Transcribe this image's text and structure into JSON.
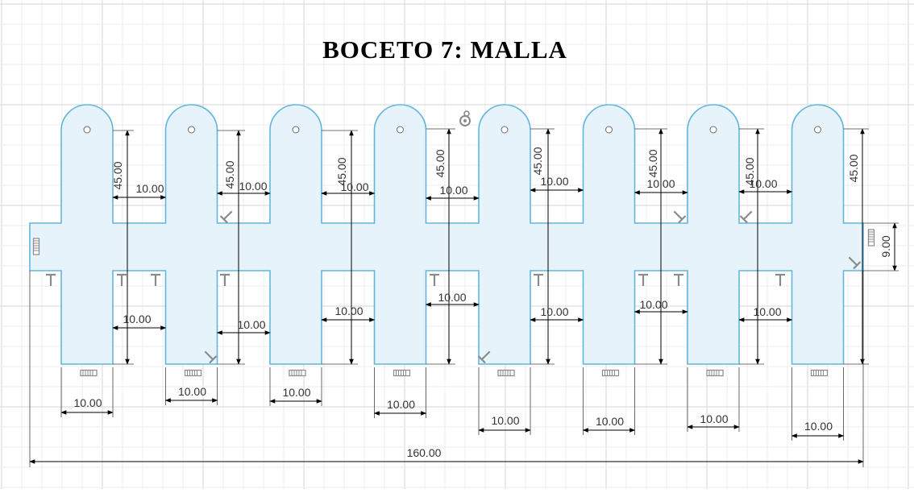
{
  "title": "BOCETO 7: MALLA",
  "colors": {
    "background": "#ffffff",
    "grid_minor": "#ececec",
    "grid_major": "#d6d6d6",
    "sketch_fill": "#e7f3fb",
    "sketch_stroke": "#62b6dc",
    "dimension_line": "#000000",
    "dimension_text": "#333333",
    "constraint_icon": "#8a8a8a"
  },
  "dimensions": {
    "fin_height": "45.00",
    "gap_width": "10.00",
    "bar_height": "9.00",
    "finger_width": "10.00",
    "total_width": "160.00"
  },
  "icons": {
    "horizontal": "horizontal-constraint-icon",
    "perpendicular": "perpendicular-constraint-icon",
    "coincident": "coincident-constraint-icon"
  }
}
